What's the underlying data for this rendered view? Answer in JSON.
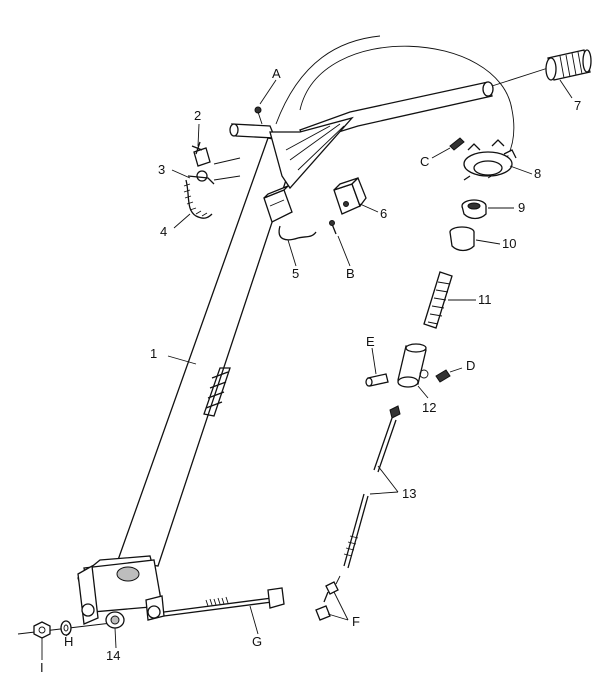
{
  "callouts": {
    "part_1": "1",
    "part_2": "2",
    "part_3": "3",
    "part_4": "4",
    "part_5": "5",
    "part_6": "6",
    "part_7": "7",
    "part_8": "8",
    "part_9": "9",
    "part_10": "10",
    "part_11": "11",
    "part_12": "12",
    "part_13": "13",
    "part_14": "14",
    "part_a": "A",
    "part_b": "B",
    "part_c": "C",
    "part_d": "D",
    "part_e": "E",
    "part_f": "F",
    "part_g": "G",
    "part_h": "H",
    "part_i": "I"
  }
}
